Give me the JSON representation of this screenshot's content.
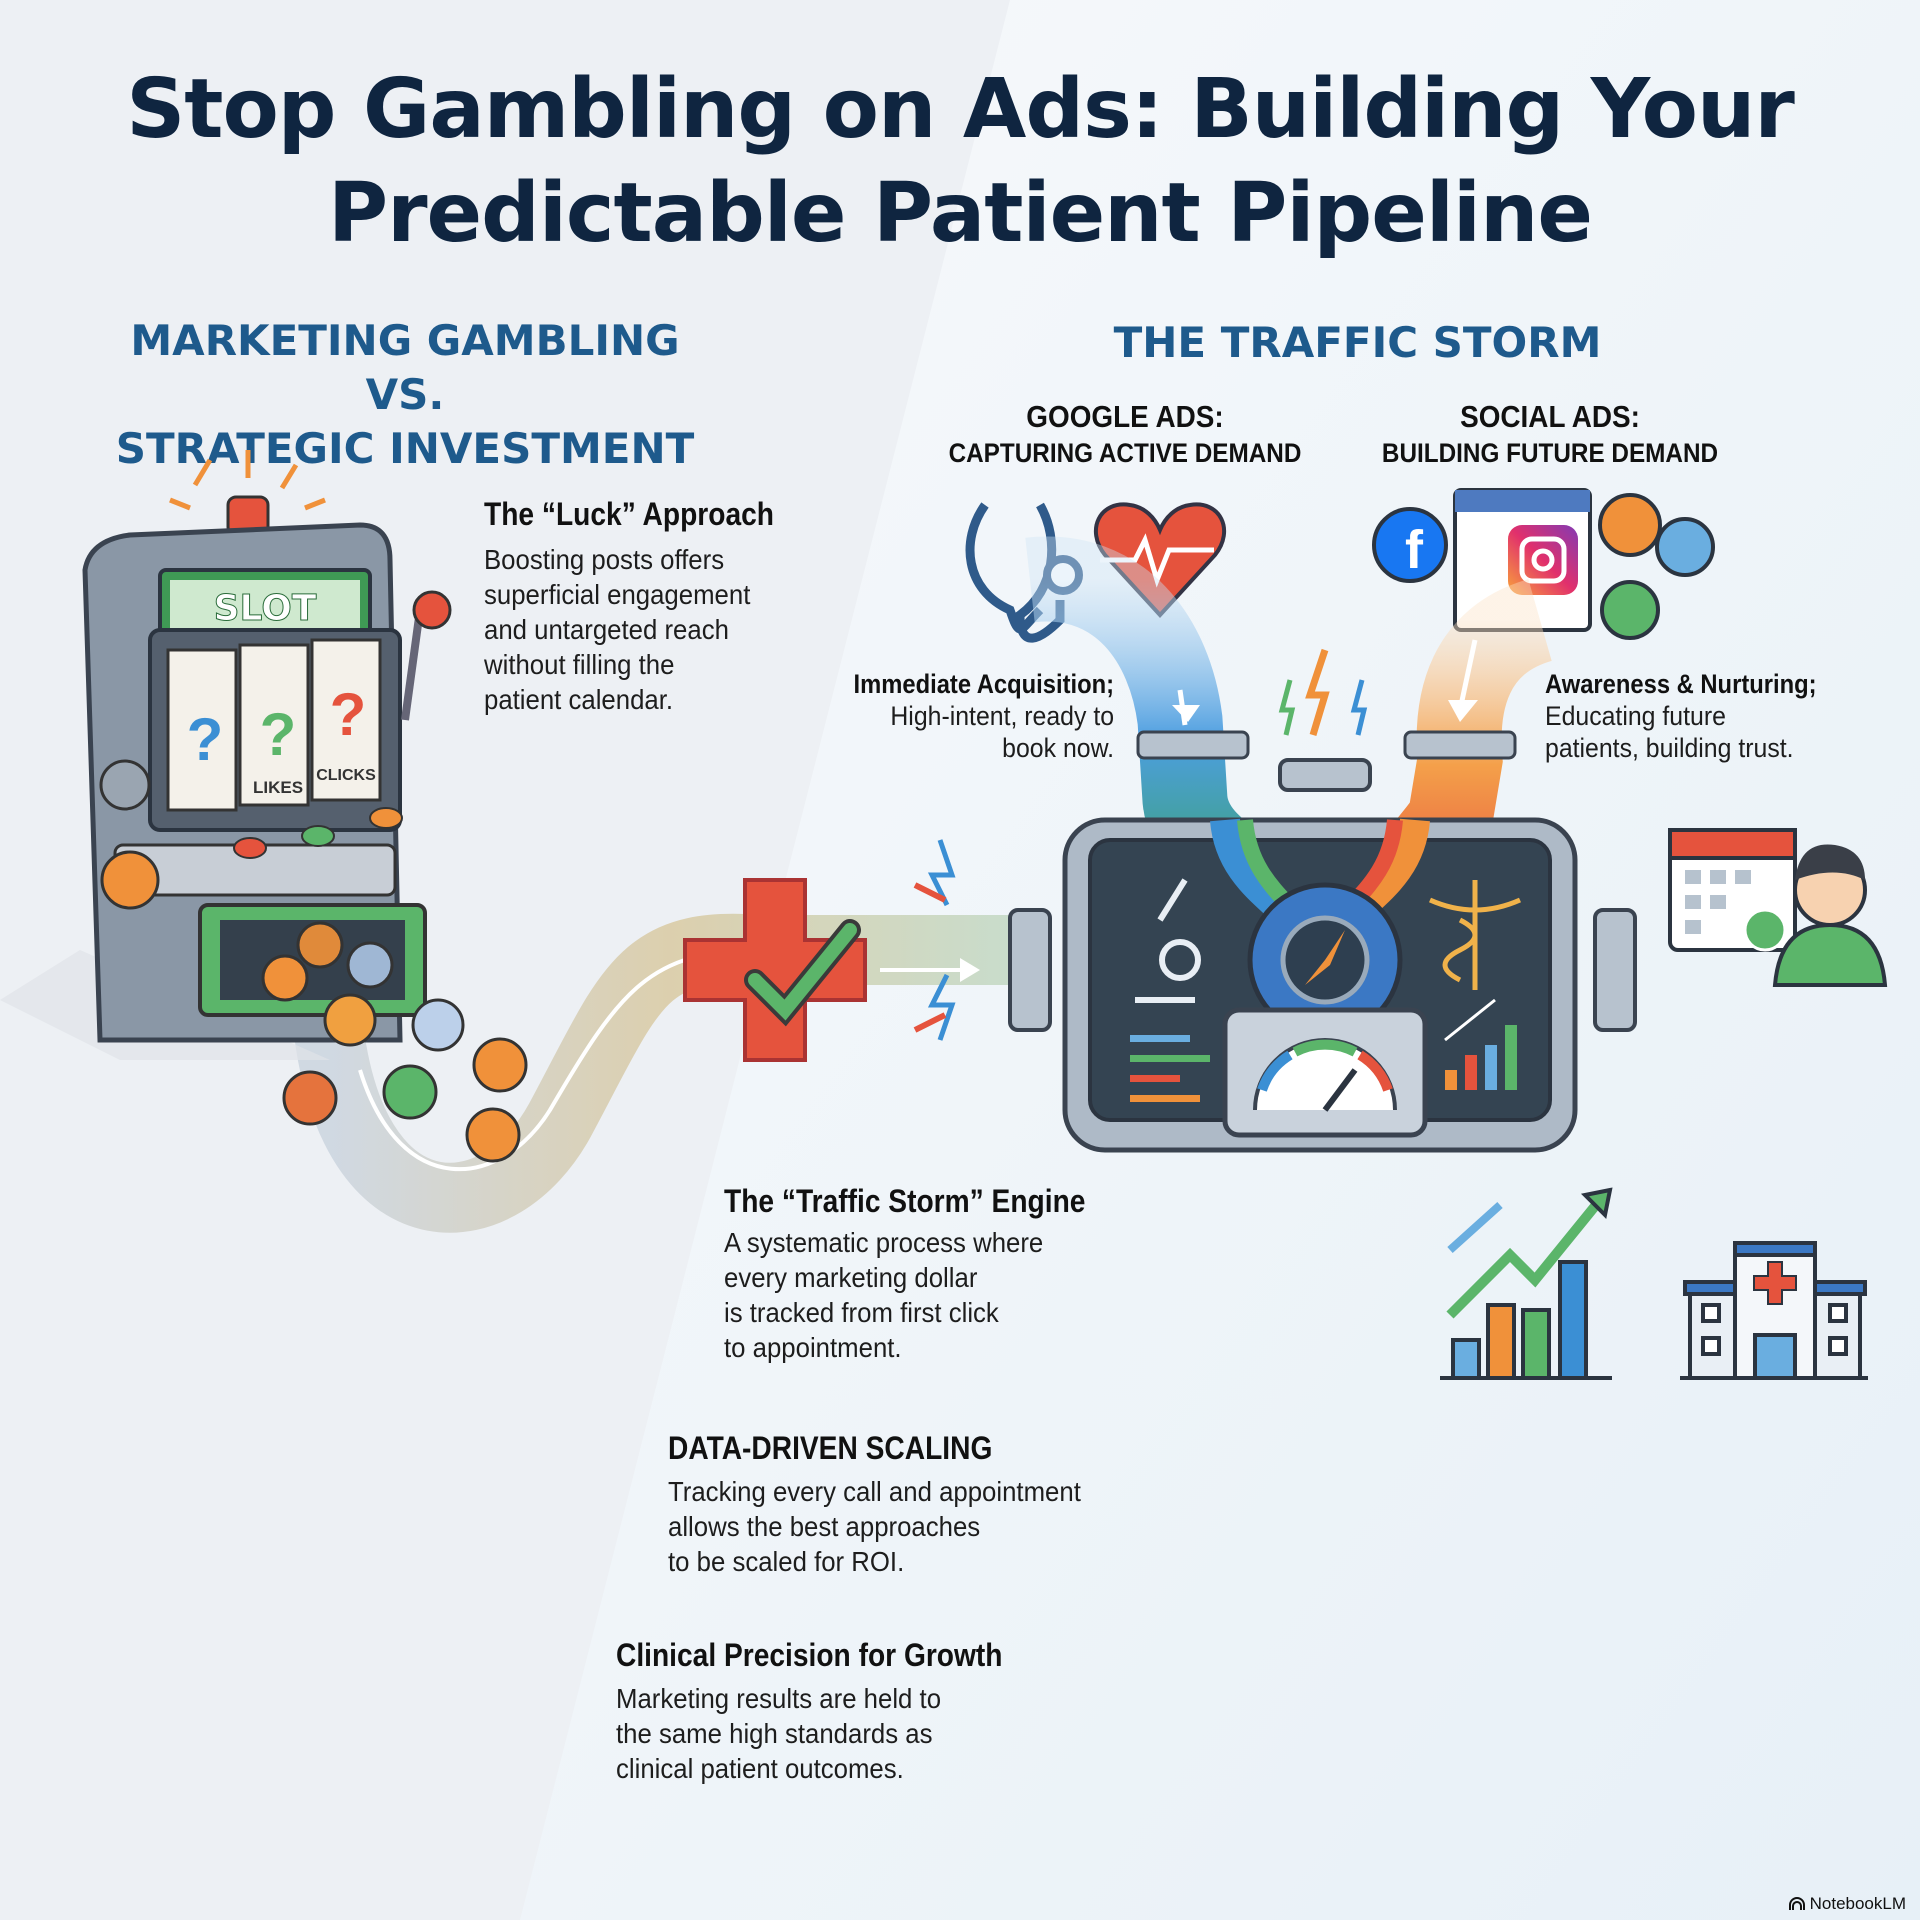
{
  "title": {
    "line1": "Stop Gambling on Ads: Building Your",
    "line2": "Predictable Patient Pipeline"
  },
  "left_section": {
    "heading_line1": "MARKETING GAMBLING VS.",
    "heading_line2": "STRATEGIC INVESTMENT"
  },
  "slot_machine": {
    "sign": "SLOT",
    "reel_labels": [
      "LIKES",
      "CLICKS"
    ]
  },
  "luck_approach": {
    "title": "The “Luck” Approach",
    "lines": [
      "Boosting posts offers",
      "superficial engagement",
      "and untargeted reach",
      "without filling the",
      "patient calendar."
    ]
  },
  "right_section": {
    "heading": "THE TRAFFIC STORM"
  },
  "google_ads": {
    "title": "GOOGLE ADS:",
    "subtitle": "CAPTURING ACTIVE DEMAND",
    "desc_title": "Immediate Acquisition;",
    "desc_lines": [
      "High-intent, ready to",
      "book now."
    ]
  },
  "social_ads": {
    "title": "SOCIAL ADS:",
    "subtitle": "BUILDING FUTURE DEMAND",
    "desc_title": "Awareness & Nurturing;",
    "desc_lines": [
      "Educating future",
      "patients, building trust."
    ]
  },
  "engine": {
    "title": "The “Traffic Storm” Engine",
    "lines": [
      "A systematic process where",
      "every marketing dollar",
      "is tracked from first click",
      "to appointment."
    ]
  },
  "scaling": {
    "title": "DATA-DRIVEN SCALING",
    "lines": [
      "Tracking every call and appointment",
      "allows the best approaches",
      "to be scaled for ROI."
    ]
  },
  "clinical": {
    "title": "Clinical Precision for Growth",
    "lines": [
      "Marketing results are held to",
      "the same high standards as",
      "clinical patient outcomes."
    ]
  },
  "brand": {
    "label": "NotebookLM"
  },
  "colors": {
    "title": "#0f2540",
    "section": "#1e5a8c",
    "blue": "#3b8fd4",
    "orange": "#f0913a",
    "red": "#e5533d",
    "green": "#5bb56a"
  }
}
